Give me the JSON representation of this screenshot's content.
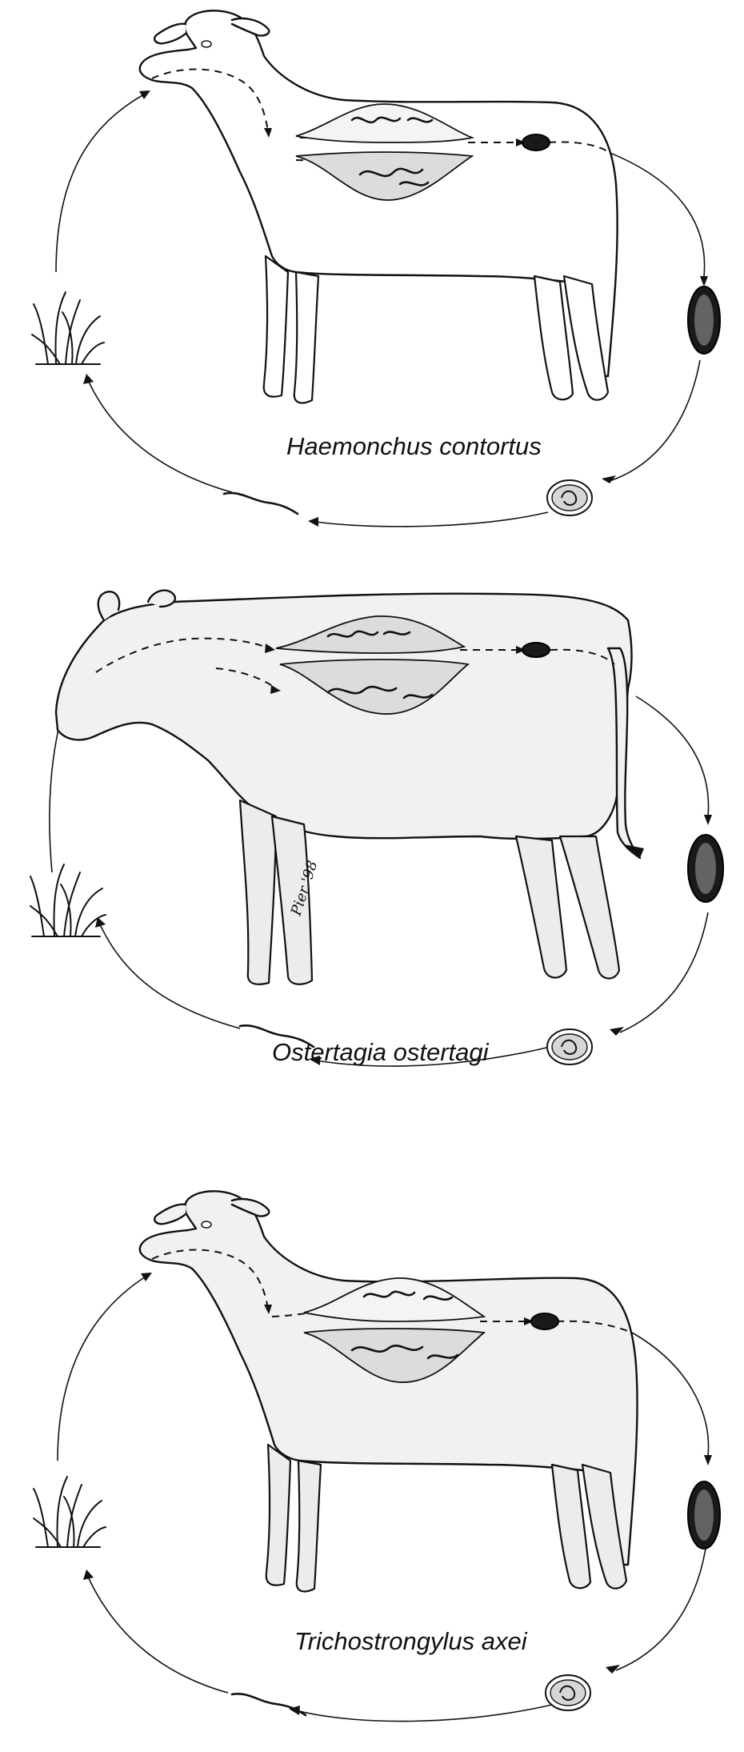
{
  "figure": {
    "panels": [
      {
        "id": "haemonchus",
        "host": "sheep",
        "species": "Haemonchus contortus"
      },
      {
        "id": "ostertagia",
        "host": "cattle",
        "species": "Ostertagia ostertagi"
      },
      {
        "id": "trichostrongylus",
        "host": "sheep",
        "species": "Trichostrongylus axei"
      }
    ],
    "signature": "Pier '98"
  },
  "colors": {
    "ink": "#111111",
    "paper": "#ffffff",
    "shading": "#f1f1f1"
  },
  "icons": [
    "sheep-icon",
    "cow-icon",
    "grass-icon",
    "egg-icon",
    "embryonated-egg-icon",
    "larva-icon",
    "worm-icon"
  ]
}
